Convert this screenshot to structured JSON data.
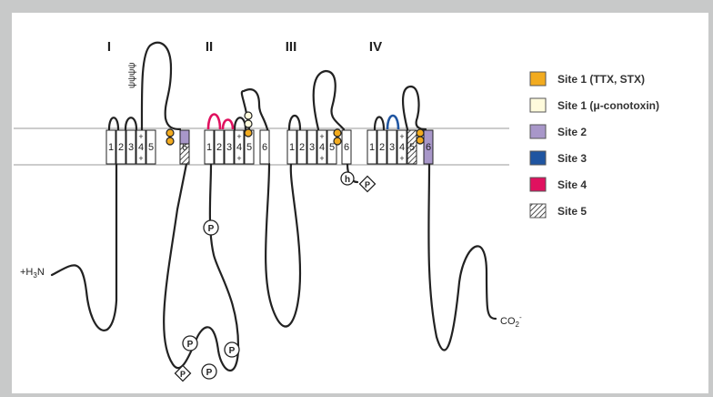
{
  "domains": [
    {
      "label": "I",
      "segments": [
        "1",
        "2",
        "3",
        "4",
        "5",
        "6"
      ]
    },
    {
      "label": "II",
      "segments": [
        "1",
        "2",
        "3",
        "4",
        "5",
        "6"
      ]
    },
    {
      "label": "III",
      "segments": [
        "1",
        "2",
        "3",
        "4",
        "5",
        "6"
      ]
    },
    {
      "label": "IV",
      "segments": [
        "1",
        "2",
        "3",
        "4",
        "5",
        "6"
      ]
    }
  ],
  "terminals": {
    "n": "+H3N",
    "c": "CO2-"
  },
  "modifications": {
    "phospho": "P",
    "h": "h"
  },
  "plus_sign": "+",
  "glycosylation": "ψψψψ",
  "legend": [
    {
      "label": "Site 1 (TTX, STX)",
      "color": "#f2ab1f",
      "pattern": "solid"
    },
    {
      "label": "Site 1 (μ-conotoxin)",
      "color": "#fffbdc",
      "pattern": "solid"
    },
    {
      "label": "Site 2",
      "color": "#a897c9",
      "pattern": "solid"
    },
    {
      "label": "Site 3",
      "color": "#1f55a1",
      "pattern": "solid"
    },
    {
      "label": "Site 4",
      "color": "#e0115f",
      "pattern": "solid"
    },
    {
      "label": "Site 5",
      "color": "#ffffff",
      "pattern": "hatched"
    }
  ]
}
